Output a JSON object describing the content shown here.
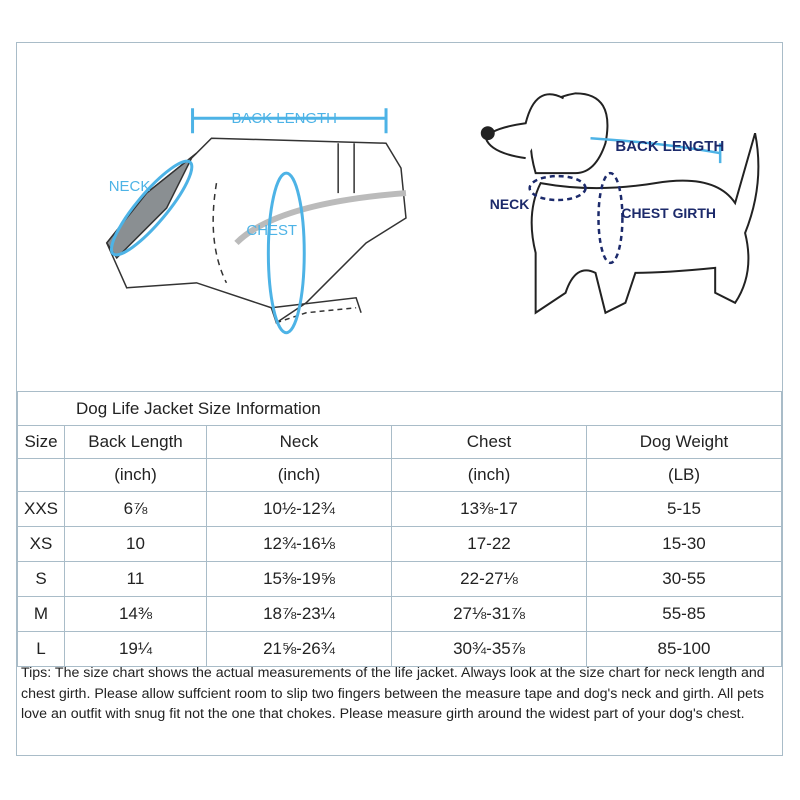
{
  "illustration": {
    "jacket_labels": {
      "back_length": "BACK LENGTH",
      "neck": "NECK",
      "chest": "CHEST"
    },
    "dog_labels": {
      "back_length": "BACK LENGTH",
      "neck": "NECK",
      "chest_girth": "CHEST GIRTH"
    },
    "colors": {
      "light_blue": "#4db3e6",
      "navy": "#1c2a6b",
      "border": "#a9bcc8"
    }
  },
  "table": {
    "title": "Dog Life Jacket Size Information",
    "headers": [
      "Size",
      "Back Length",
      "Neck",
      "Chest",
      "Dog Weight"
    ],
    "units": [
      "",
      "(inch)",
      "(inch)",
      "(inch)",
      "(LB)"
    ],
    "rows": [
      [
        "XXS",
        "6⅞",
        "10½-12¾",
        "13⅜-17",
        "5-15"
      ],
      [
        "XS",
        "10",
        "12¾-16⅛",
        "17-22",
        "15-30"
      ],
      [
        "S",
        "11",
        "15⅜-19⅝",
        "22-27⅛",
        "30-55"
      ],
      [
        "M",
        "14⅜",
        "18⅞-23¼",
        "27⅛-31⅞",
        "55-85"
      ],
      [
        "L",
        "19¼",
        "21⅝-26¾",
        "30¾-35⅞",
        "85-100"
      ]
    ]
  },
  "tips": "Tips: The size chart shows the actual measurements of the life jacket. Always look at the size chart for neck length and chest girth. Please allow suffcient room to slip two fingers between the measure tape and dog's neck and girth. All pets love an outfit with snug fit not the one that chokes. Please measure girth around the widest part of your dog's chest."
}
